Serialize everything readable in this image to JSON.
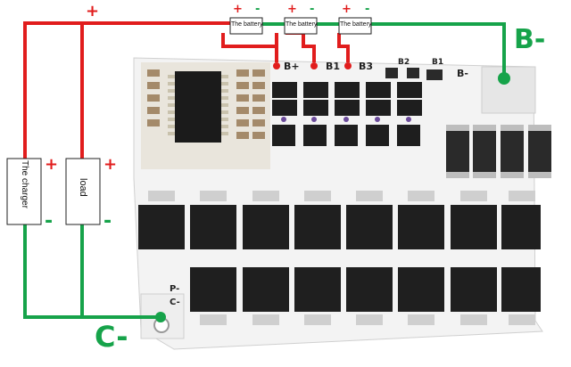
{
  "colors": {
    "positive_wire": "#e11d1d",
    "negative_wire": "#16a34a",
    "board": "#f4f4f4",
    "chip": "#1b1b1b"
  },
  "battery_label": "The battery",
  "charger_label": "The charger",
  "load_label": "load",
  "terminals": {
    "b_minus": "B-",
    "c_minus": "C-"
  },
  "signs": {
    "plus": "+",
    "minus": "-"
  },
  "board_labels": {
    "b_plus": "B+",
    "b1": "B1",
    "b2": "B2",
    "b3": "B3",
    "b_minus_small": "B-",
    "p_minus": "P-",
    "c_minus_small": "C-"
  }
}
